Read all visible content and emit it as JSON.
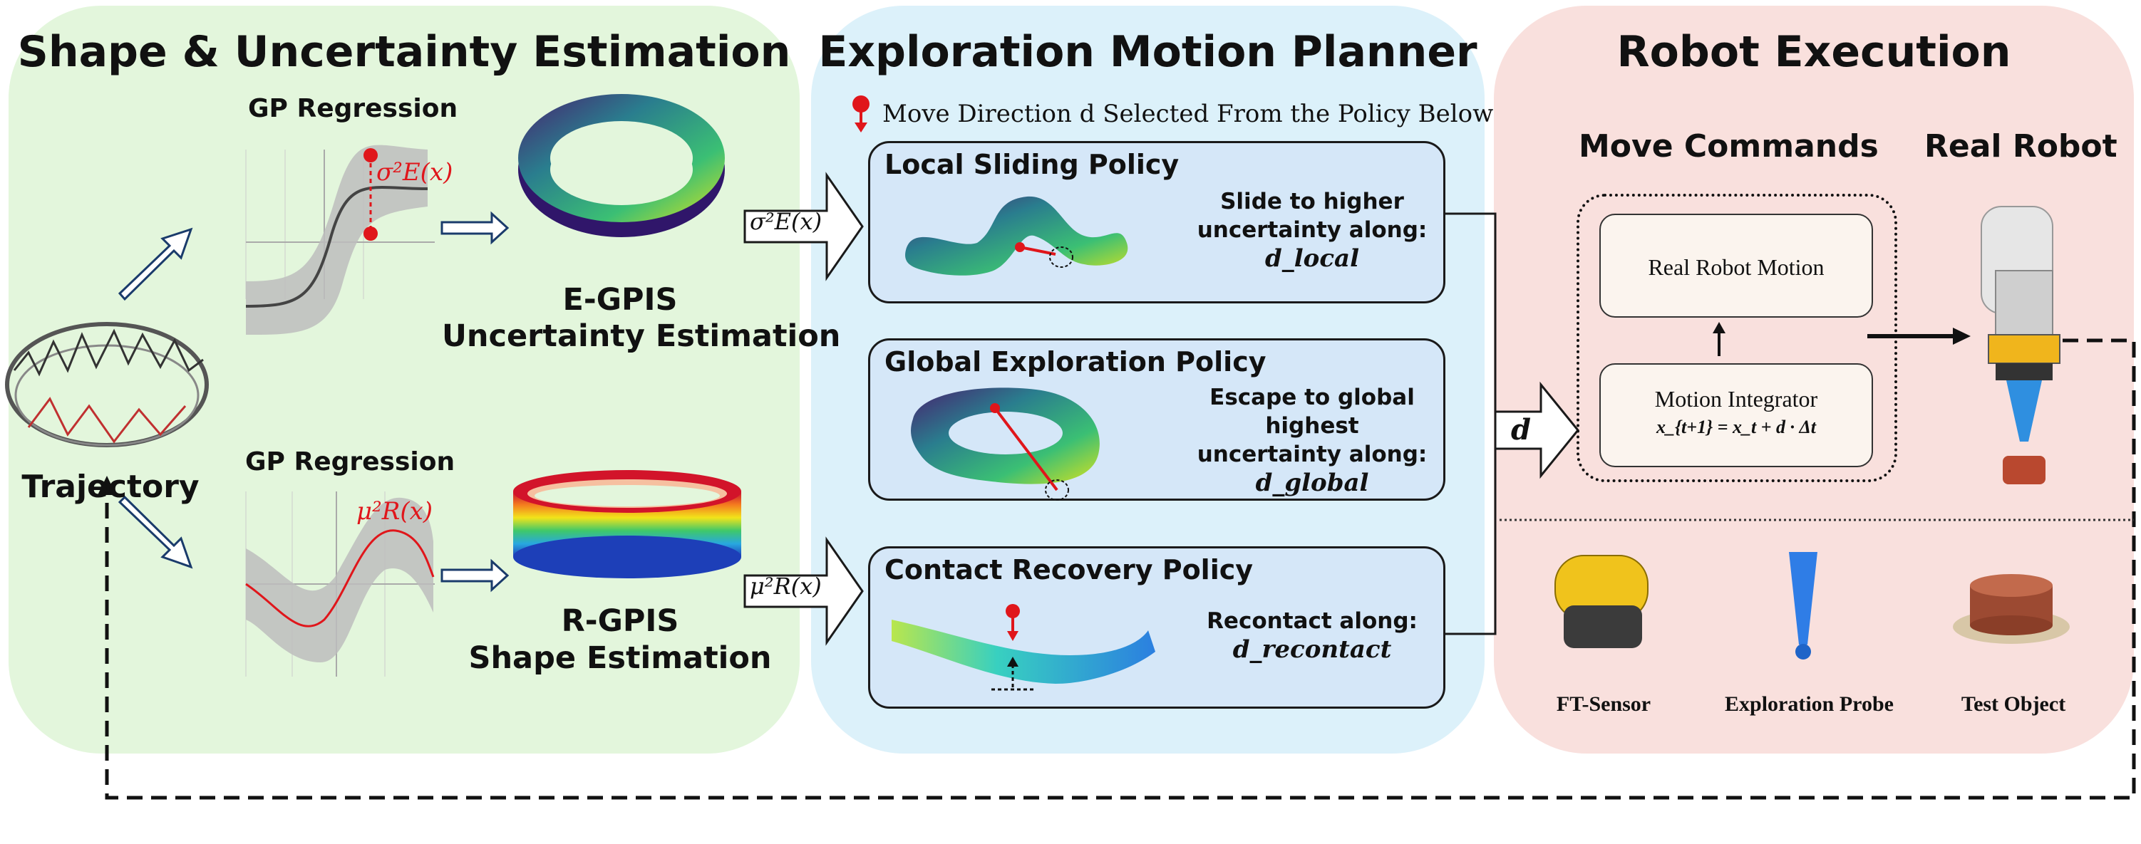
{
  "panels": {
    "shape": {
      "title": "Shape & Uncertainty Estimation",
      "gp_top": "GP Regression",
      "gp_bottom": "GP Regression",
      "sigma_label": "σ²E(x)",
      "mu_label": "μ²R(x)",
      "egpis_line1": "E-GPIS",
      "egpis_line2": "Uncertainty Estimation",
      "rgpis_line1": "R-GPIS",
      "rgpis_line2": "Shape Estimation",
      "trajectory": "Trajectory"
    },
    "planner": {
      "title": "Exploration Motion Planner",
      "header_note": "Move Direction d Selected From the Policy Below",
      "sigma_input": "σ²E(x)",
      "mu_input": "μ²R(x)",
      "policies": [
        {
          "title": "Local Sliding Policy",
          "desc": "Slide to higher uncertainty along:",
          "var": "d_local"
        },
        {
          "title": "Global Exploration Policy",
          "desc": "Escape to global highest uncertainty along:",
          "var": "d_global"
        },
        {
          "title": "Contact Recovery Policy",
          "desc": "Recontact along:",
          "var": "d_recontact"
        }
      ],
      "output_arrow": "d"
    },
    "robot": {
      "title": "Robot Execution",
      "move_commands": "Move Commands",
      "real_robot": "Real Robot",
      "motion_box": "Real Robot Motion",
      "integrator_title": "Motion Integrator",
      "integrator_formula": "x_{t+1} = x_t + d · Δt",
      "items": [
        "FT-Sensor",
        "Exploration Probe",
        "Test Object"
      ]
    }
  },
  "colors": {
    "green_panel": "#e3f6dc",
    "blue_panel": "#dcf1fa",
    "red_panel": "#f9e0dd",
    "policy_box": "#d5e7f8",
    "accent_red": "#e0161b"
  }
}
